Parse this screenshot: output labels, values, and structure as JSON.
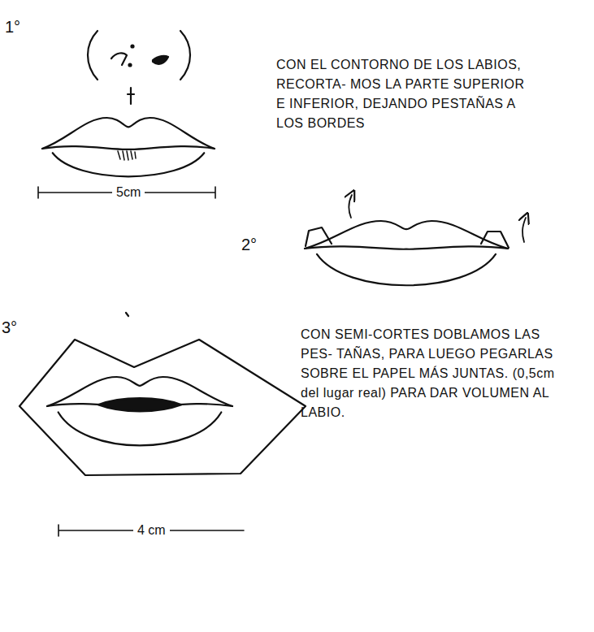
{
  "diagram": {
    "labels": [
      "1°",
      "CON EL CONTORNO DE LOS LABIOS, RECORTA- MOS LA PARTE SUPERIOR E INFERIOR, DEJANDO PESTAÑAS A LOS BORDES",
      "5cm",
      "2°",
      "3°",
      "CON SEMI-CORTES DOBLAMOS LAS PES- TAÑAS, PARA LUEGO PEGARLAS SOBRE EL PAPEL MÁS JUNTAS. (0,5cm del lugar real) PARA DAR VOLUMEN AL LABIO.",
      "4 cm"
    ]
  }
}
